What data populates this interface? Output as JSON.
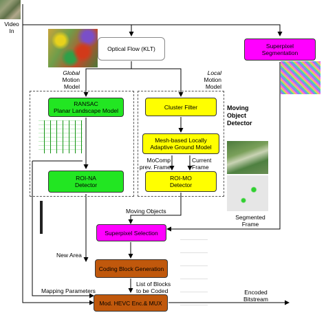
{
  "colors": {
    "ransac": "#22e622",
    "roi_na": "#22e622",
    "cluster_filter": "#ffff00",
    "mesh_model": "#ffff00",
    "roi_mo": "#ffff00",
    "superpixel_segmentation": "#ff00ff",
    "superpixel_selection": "#ff00ff",
    "coding_block_generation": "#c0580c",
    "hevc_mux": "#c0580c",
    "optical_flow": "#ffffff"
  },
  "boxes": {
    "optical_flow": "Optical Flow (KLT)",
    "superpixel_segmentation": [
      "Superpixel",
      "Segmentation"
    ],
    "ransac": [
      "RANSAC",
      "Planar Landscape Model"
    ],
    "roi_na": [
      "ROI-NA",
      "Detector"
    ],
    "cluster_filter": "Cluster Filter",
    "mesh_model": [
      "Mesh-based Locally",
      "Adaptive Ground Model"
    ],
    "roi_mo": [
      "ROI-MO",
      "Detector"
    ],
    "superpixel_selection": "Superpixel Selection",
    "coding_block_generation": "Coding Block Generation",
    "hevc_mux": "Mod. HEVC Enc.& MUX"
  },
  "labels": {
    "video_in": [
      "Video",
      "In"
    ],
    "global_motion": [
      "Global",
      "Motion",
      "Model"
    ],
    "local_motion": [
      "Local",
      "Motion",
      "Model"
    ],
    "moving_object_detector": [
      "Moving",
      "Object",
      "Detector"
    ],
    "mocomp": [
      "MoComp",
      "prev. Frame"
    ],
    "current_frame": [
      "Current",
      "Frame"
    ],
    "moving_objects": "Moving Objects",
    "segmented_frame": [
      "Segmented",
      "Frame"
    ],
    "new_area": "New Area",
    "mapping_parameters": "Mapping Parameters",
    "list_of_blocks": [
      "List of Blocks",
      "to be Coded"
    ],
    "encoded_bitstream": [
      "Encoded",
      "Bitstream"
    ]
  },
  "images": [
    "aerial-photo-icon",
    "optical-flow-heatmap-icon",
    "superpixel-noise-icon",
    "motion-vectors-icon",
    "segmented-aerial-icon",
    "segmented-mask-icon",
    "roi-na-strip-icon",
    "block-grid-icon"
  ]
}
